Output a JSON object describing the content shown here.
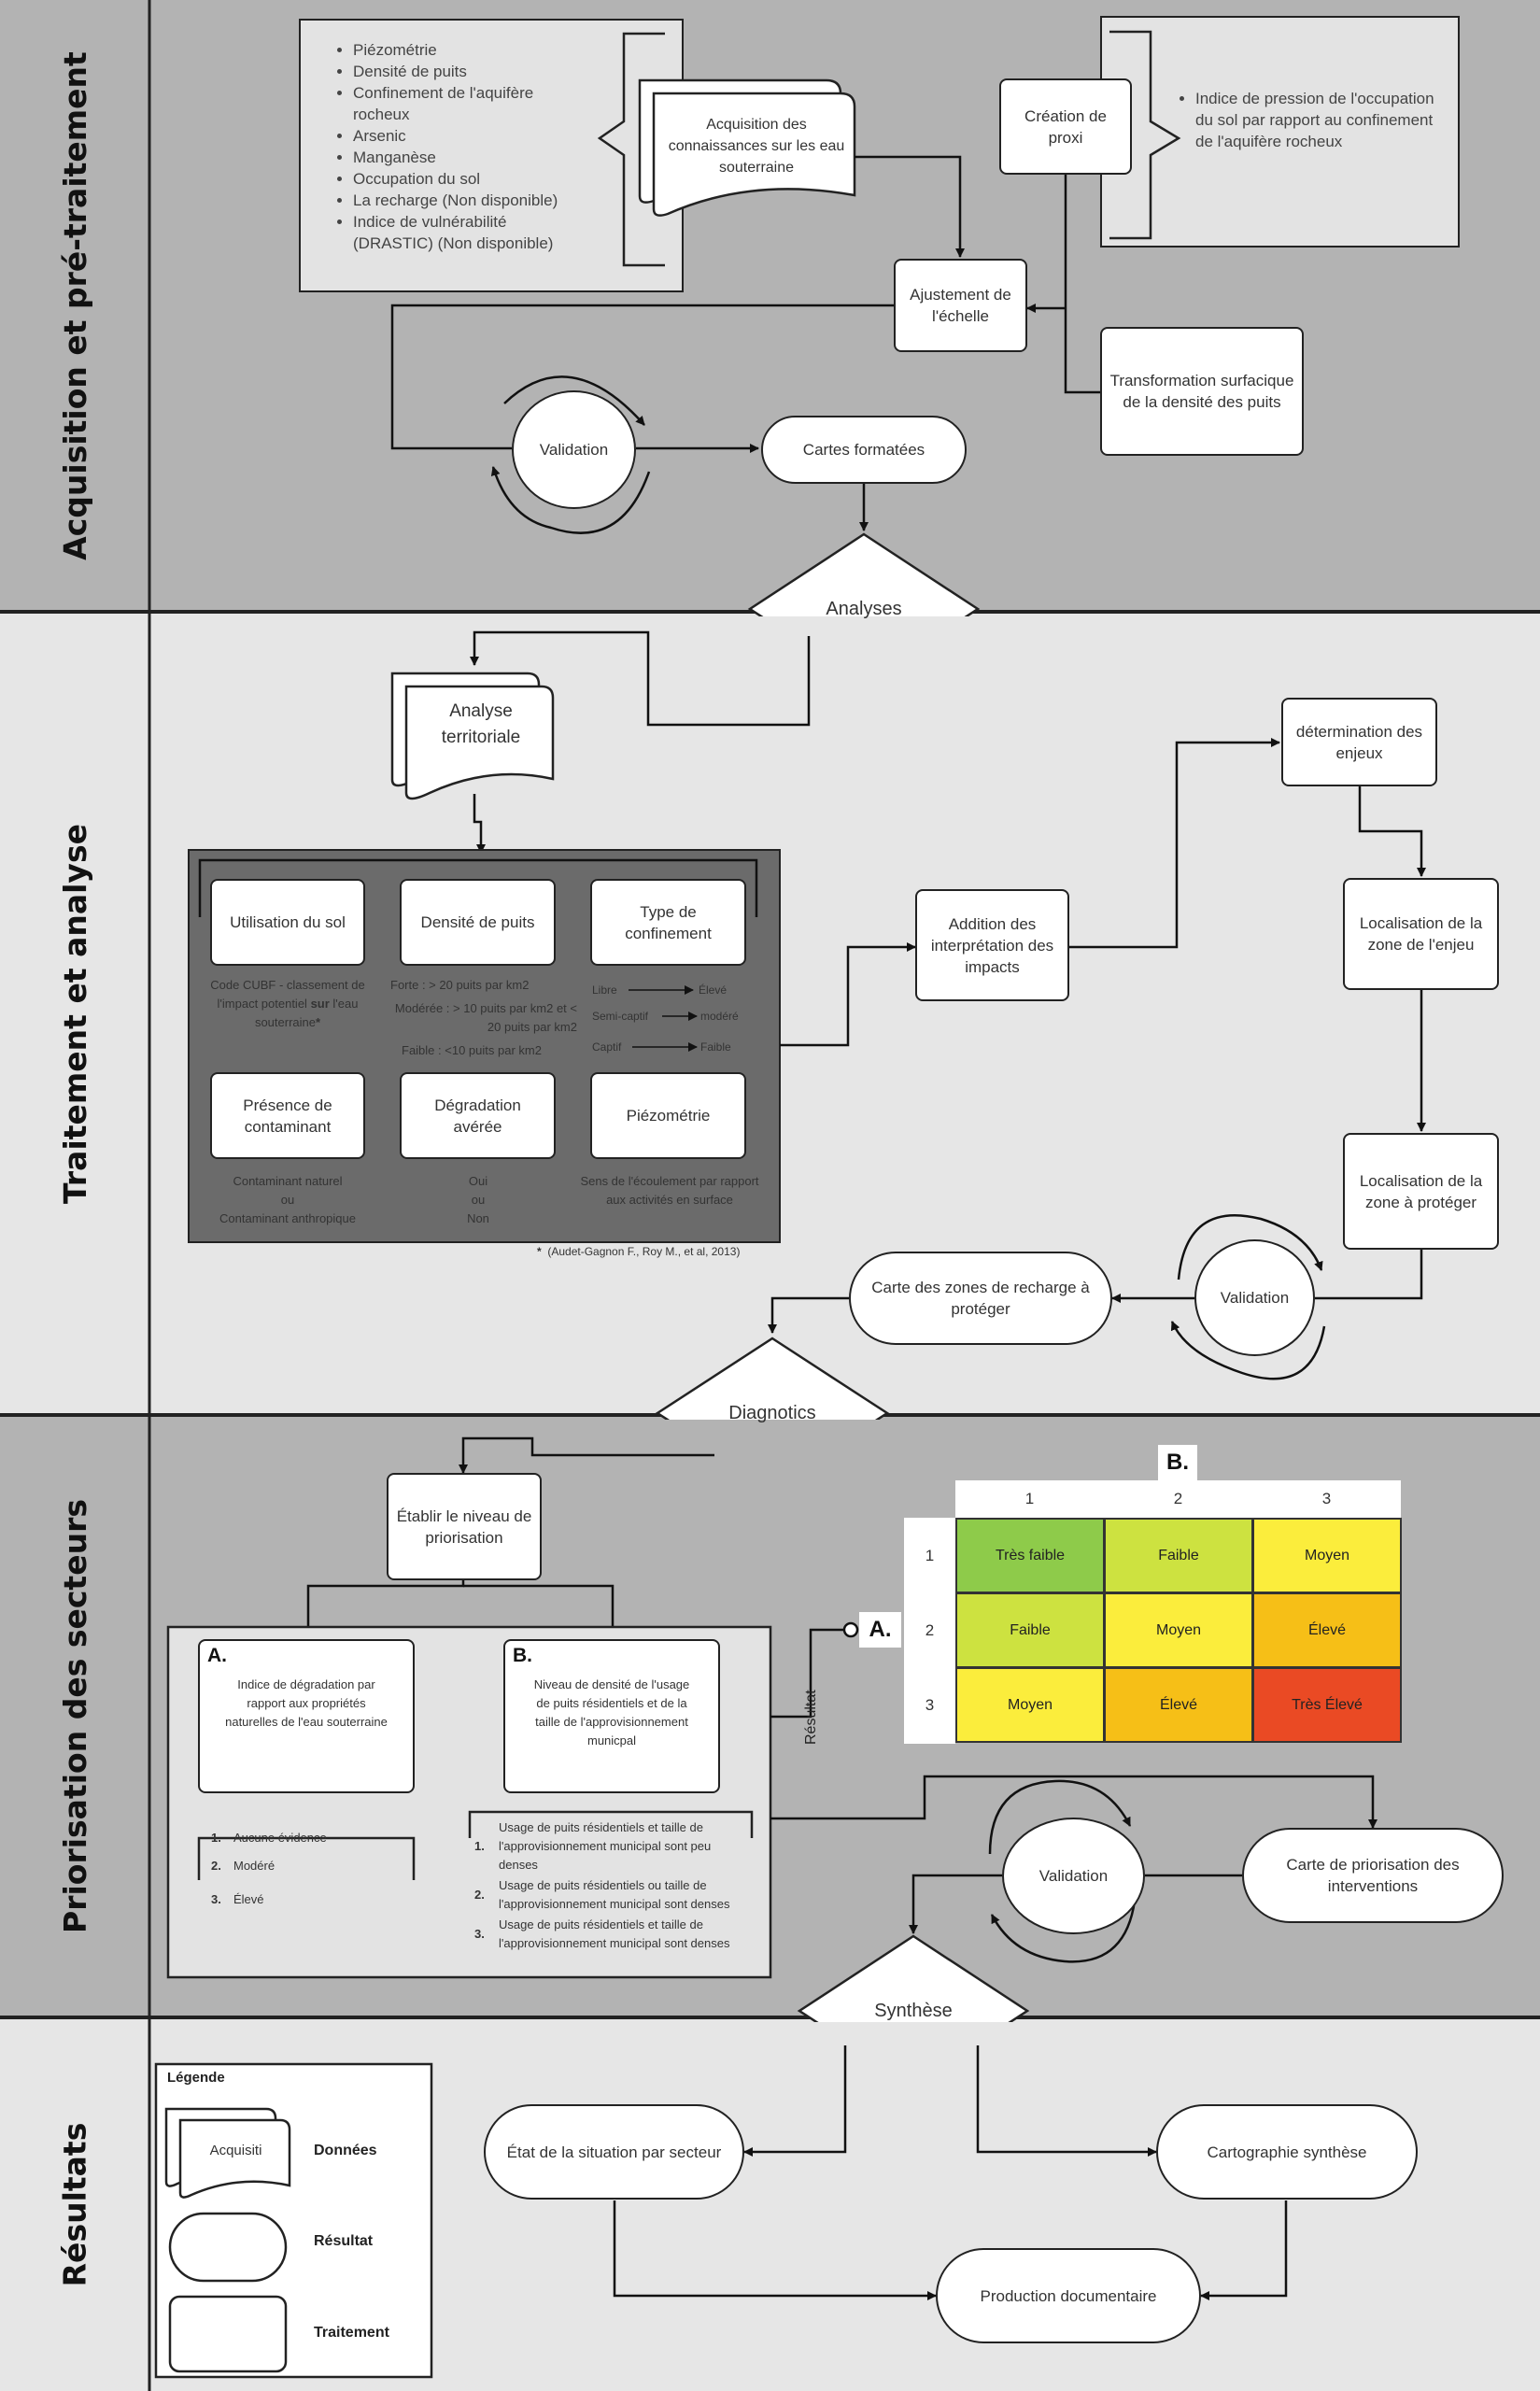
{
  "bands": [
    {
      "title": "Acquisition et pré-traitement"
    },
    {
      "title": "Traitement et analyse"
    },
    {
      "title": "Priorisation des secteurs"
    },
    {
      "title": "Résultats"
    }
  ],
  "s1": {
    "data_list": [
      "Piézométrie",
      "Densité de puits",
      "Confinement de l'aquifère rocheux",
      "Arsenic",
      "Manganèse",
      "Occupation du sol",
      "La recharge (Non disponible)",
      "Indice de vulnérabilité (DRASTIC) (Non disponible)"
    ],
    "acquisition": "Acquisition des connaissances sur les eau souterraine",
    "creation": "Création de proxi",
    "proxy_list": [
      "Indice de pression de l'occupation du sol par rapport au confinement de l'aquifère rocheux"
    ],
    "ajustement": "Ajustement de l'échelle",
    "transformation": "Transformation surfacique de la densité des puits",
    "validation": "Validation",
    "cartes": "Cartes formatées",
    "analyses": "Analyses"
  },
  "s2": {
    "analyse_territoriale": "Analyse territoriale",
    "criteria": {
      "utilisation": "Utilisation du sol",
      "utilisation_desc_1": "Code CUBF - classement de l'impact potentiel",
      "utilisation_desc_bold": "sur",
      "utilisation_desc_2": "l'eau souterraine",
      "utilisation_star": "*",
      "densite": "Densité de puits",
      "densite_forte": "Forte : > 20 puits par km2",
      "densite_moderee": "Modérée : > 10 puits par km2  et < 20 puits par km2",
      "densite_faible": "Faible : <10 puits par km2",
      "type": "Type de confinement",
      "conf_libre": "Libre",
      "conf_libre_val": "Élevé",
      "conf_semi": "Semi-captif",
      "conf_semi_val": "modéré",
      "conf_captif": "Captif",
      "conf_captif_val": "Faible",
      "presence": "Présence de contaminant",
      "presence_desc": [
        "Contaminant naturel",
        "ou",
        "Contaminant anthropique"
      ],
      "degradation": "Dégradation avérée",
      "degradation_desc": [
        "Oui",
        "ou",
        "Non"
      ],
      "piezometrie": "Piézométrie",
      "piezometrie_desc": "Sens de l'écoulement par rapport aux activités en surface"
    },
    "footnote_star": "*",
    "footnote": "(Audet-Gagnon F., Roy M., et al, 2013)",
    "addition": "Addition des interprétation des impacts",
    "enjeux": "détermination des enjeux",
    "localisation_enjeu": "Localisation de la zone de l'enjeu",
    "localisation_proteger": "Localisation de la zone à protéger",
    "validation": "Validation",
    "carte_recharge": "Carte des zones de recharge à protéger",
    "diagnotics": "Diagnotics"
  },
  "s3": {
    "etablir": "Établir le niveau de priorisation",
    "a_letter": "A.",
    "a_text": "Indice de dégradation par rapport aux propriétés naturelles de l'eau souterraine",
    "b_letter": "B.",
    "b_text": "Niveau de densité de l'usage de puits résidentiels et de la taille de l'approvisionnement municpal",
    "a_list": [
      {
        "n": "1.",
        "t": "Aucune évidence"
      },
      {
        "n": "2.",
        "t": "Modéré"
      },
      {
        "n": "3.",
        "t": "Élevé"
      }
    ],
    "b_list": [
      {
        "n": "1.",
        "t": "Usage de puits résidentiels et taille de l'approvisionnement municipal sont peu denses"
      },
      {
        "n": "2.",
        "t": "Usage de puits résidentiels ou taille de l'approvisionnement municipal sont denses"
      },
      {
        "n": "3.",
        "t": "Usage de puits résidentiels et taille de l'approvisionnement municipal sont denses"
      }
    ],
    "resultat": "Résultat",
    "matrix": {
      "col_label": "B.",
      "row_label": "A.",
      "cols": [
        "1",
        "2",
        "3"
      ],
      "rows": [
        "1",
        "2",
        "3"
      ],
      "cells": [
        [
          "Très faible",
          "Faible",
          "Moyen"
        ],
        [
          "Faible",
          "Moyen",
          "Élevé"
        ],
        [
          "Moyen",
          "Élevé",
          "Très Élevé"
        ]
      ],
      "colors": [
        [
          "#8ecb4a",
          "#cde240",
          "#fbed3c"
        ],
        [
          "#cde240",
          "#fbed3c",
          "#f6bf17"
        ],
        [
          "#fbed3c",
          "#f6bf17",
          "#ea4a24"
        ]
      ]
    },
    "validation": "Validation",
    "carte_priorisation": "Carte de priorisation des interventions",
    "synthese": "Synthèse"
  },
  "s4": {
    "legend_title": "Légende",
    "legend_doc": "Acquisiti",
    "legend_donnees": "Données",
    "legend_resultat": "Résultat",
    "legend_traitement": "Traitement",
    "etat": "État de la situation par secteur",
    "cartographie": "Cartographie synthèse",
    "production": "Production documentaire"
  }
}
